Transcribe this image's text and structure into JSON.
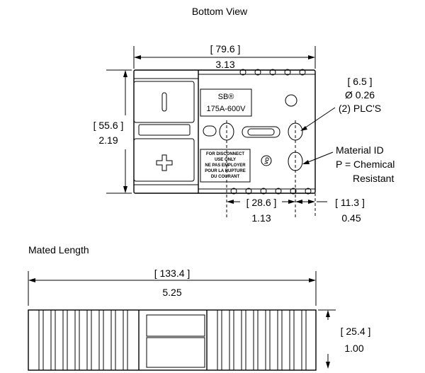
{
  "bottom_view": {
    "title": "Bottom View",
    "width_mm": "[ 79.6 ]",
    "width_in": "3.13",
    "height_mm": "[ 55.6 ]",
    "height_in": "2.19",
    "hole_mm": "[ 6.5 ]",
    "hole_in": "Ø 0.26",
    "hole_note": "(2) PLC'S",
    "material_line1": "Material ID",
    "material_line2": "P = Chemical",
    "material_line3": "Resistant",
    "offset_a_mm": "[ 28.6 ]",
    "offset_a_in": "1.13",
    "offset_b_mm": "[ 11.3 ]",
    "offset_b_in": "0.45",
    "label_brand": "SB®",
    "label_rating": "175A-600V",
    "minus_symbol": "|",
    "plus_symbol": "+",
    "material_mark": "VO",
    "warning_lines": [
      "FOR DISCONNECT",
      "USE ONLY",
      "NE PAS EMPLOYER",
      "POUR LA RUPTURE",
      "DU COURANT"
    ]
  },
  "mated_length": {
    "title": "Mated Length",
    "length_mm": "[ 133.4 ]",
    "length_in": "5.25",
    "height_mm": "[ 25.4 ]",
    "height_in": "1.00"
  }
}
